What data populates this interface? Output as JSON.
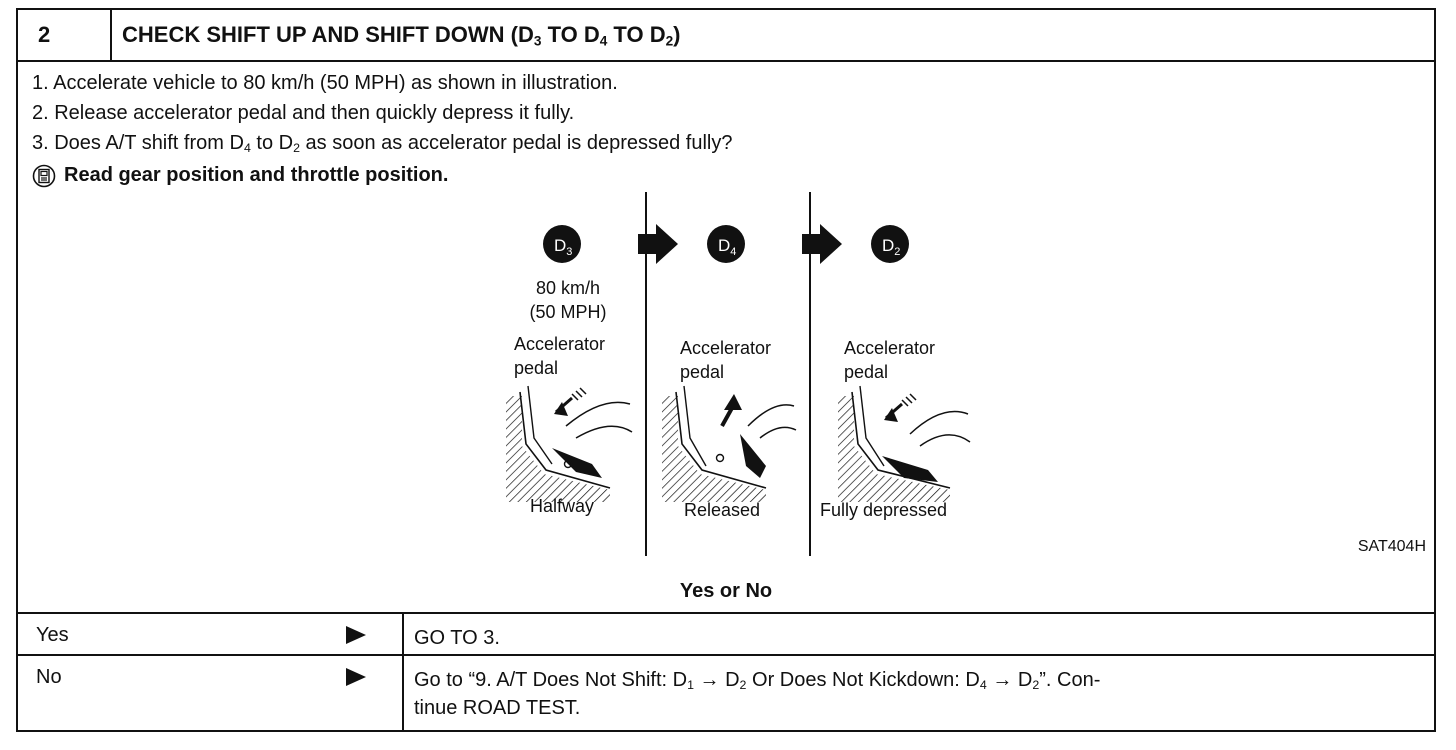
{
  "header": {
    "step_number": "2",
    "title_pre": "CHECK SHIFT UP AND SHIFT DOWN (D",
    "title_sub1": "3",
    "title_mid1": " TO D",
    "title_sub2": "4",
    "title_mid2": " TO D",
    "title_sub3": "2",
    "title_post": ")"
  },
  "steps": [
    {
      "text": "1.  Accelerate vehicle to 80 km/h (50 MPH) as shown in illustration."
    },
    {
      "text": "2.  Release accelerator pedal and then quickly depress it fully."
    },
    {
      "pre": "3.  Does A/T shift from D",
      "sub_a": "4",
      "mid": " to D",
      "sub_b": "2",
      "post": " as soon as accelerator pedal is depressed fully?"
    }
  ],
  "monitor_note": "Read gear position and throttle position.",
  "illustration": {
    "gears": [
      {
        "letter": "D",
        "sub": "3"
      },
      {
        "letter": "D",
        "sub": "4"
      },
      {
        "letter": "D",
        "sub": "2"
      }
    ],
    "speed_line1": "80 km/h",
    "speed_line2": "(50 MPH)",
    "pedal_label_1": "Accelerator",
    "pedal_label_2": "pedal",
    "states": [
      "Halfway",
      "Released",
      "Fully depressed"
    ],
    "code": "SAT404H"
  },
  "question": "Yes or No",
  "answers": {
    "yes": {
      "label": "Yes",
      "action": "GO TO 3."
    },
    "no": {
      "label": "No",
      "action_pre": "Go to “9. A/T Does Not Shift: D",
      "sub1": "1",
      "arrow1": " → D",
      "sub2": "2",
      "action_mid": " Or Does Not Kickdown: D",
      "sub3": "4",
      "arrow2": " → D",
      "sub4": "2",
      "action_post": "”. Con-",
      "action_line2": "tinue ROAD TEST."
    }
  },
  "colors": {
    "ink": "#111111",
    "paper": "#ffffff"
  }
}
